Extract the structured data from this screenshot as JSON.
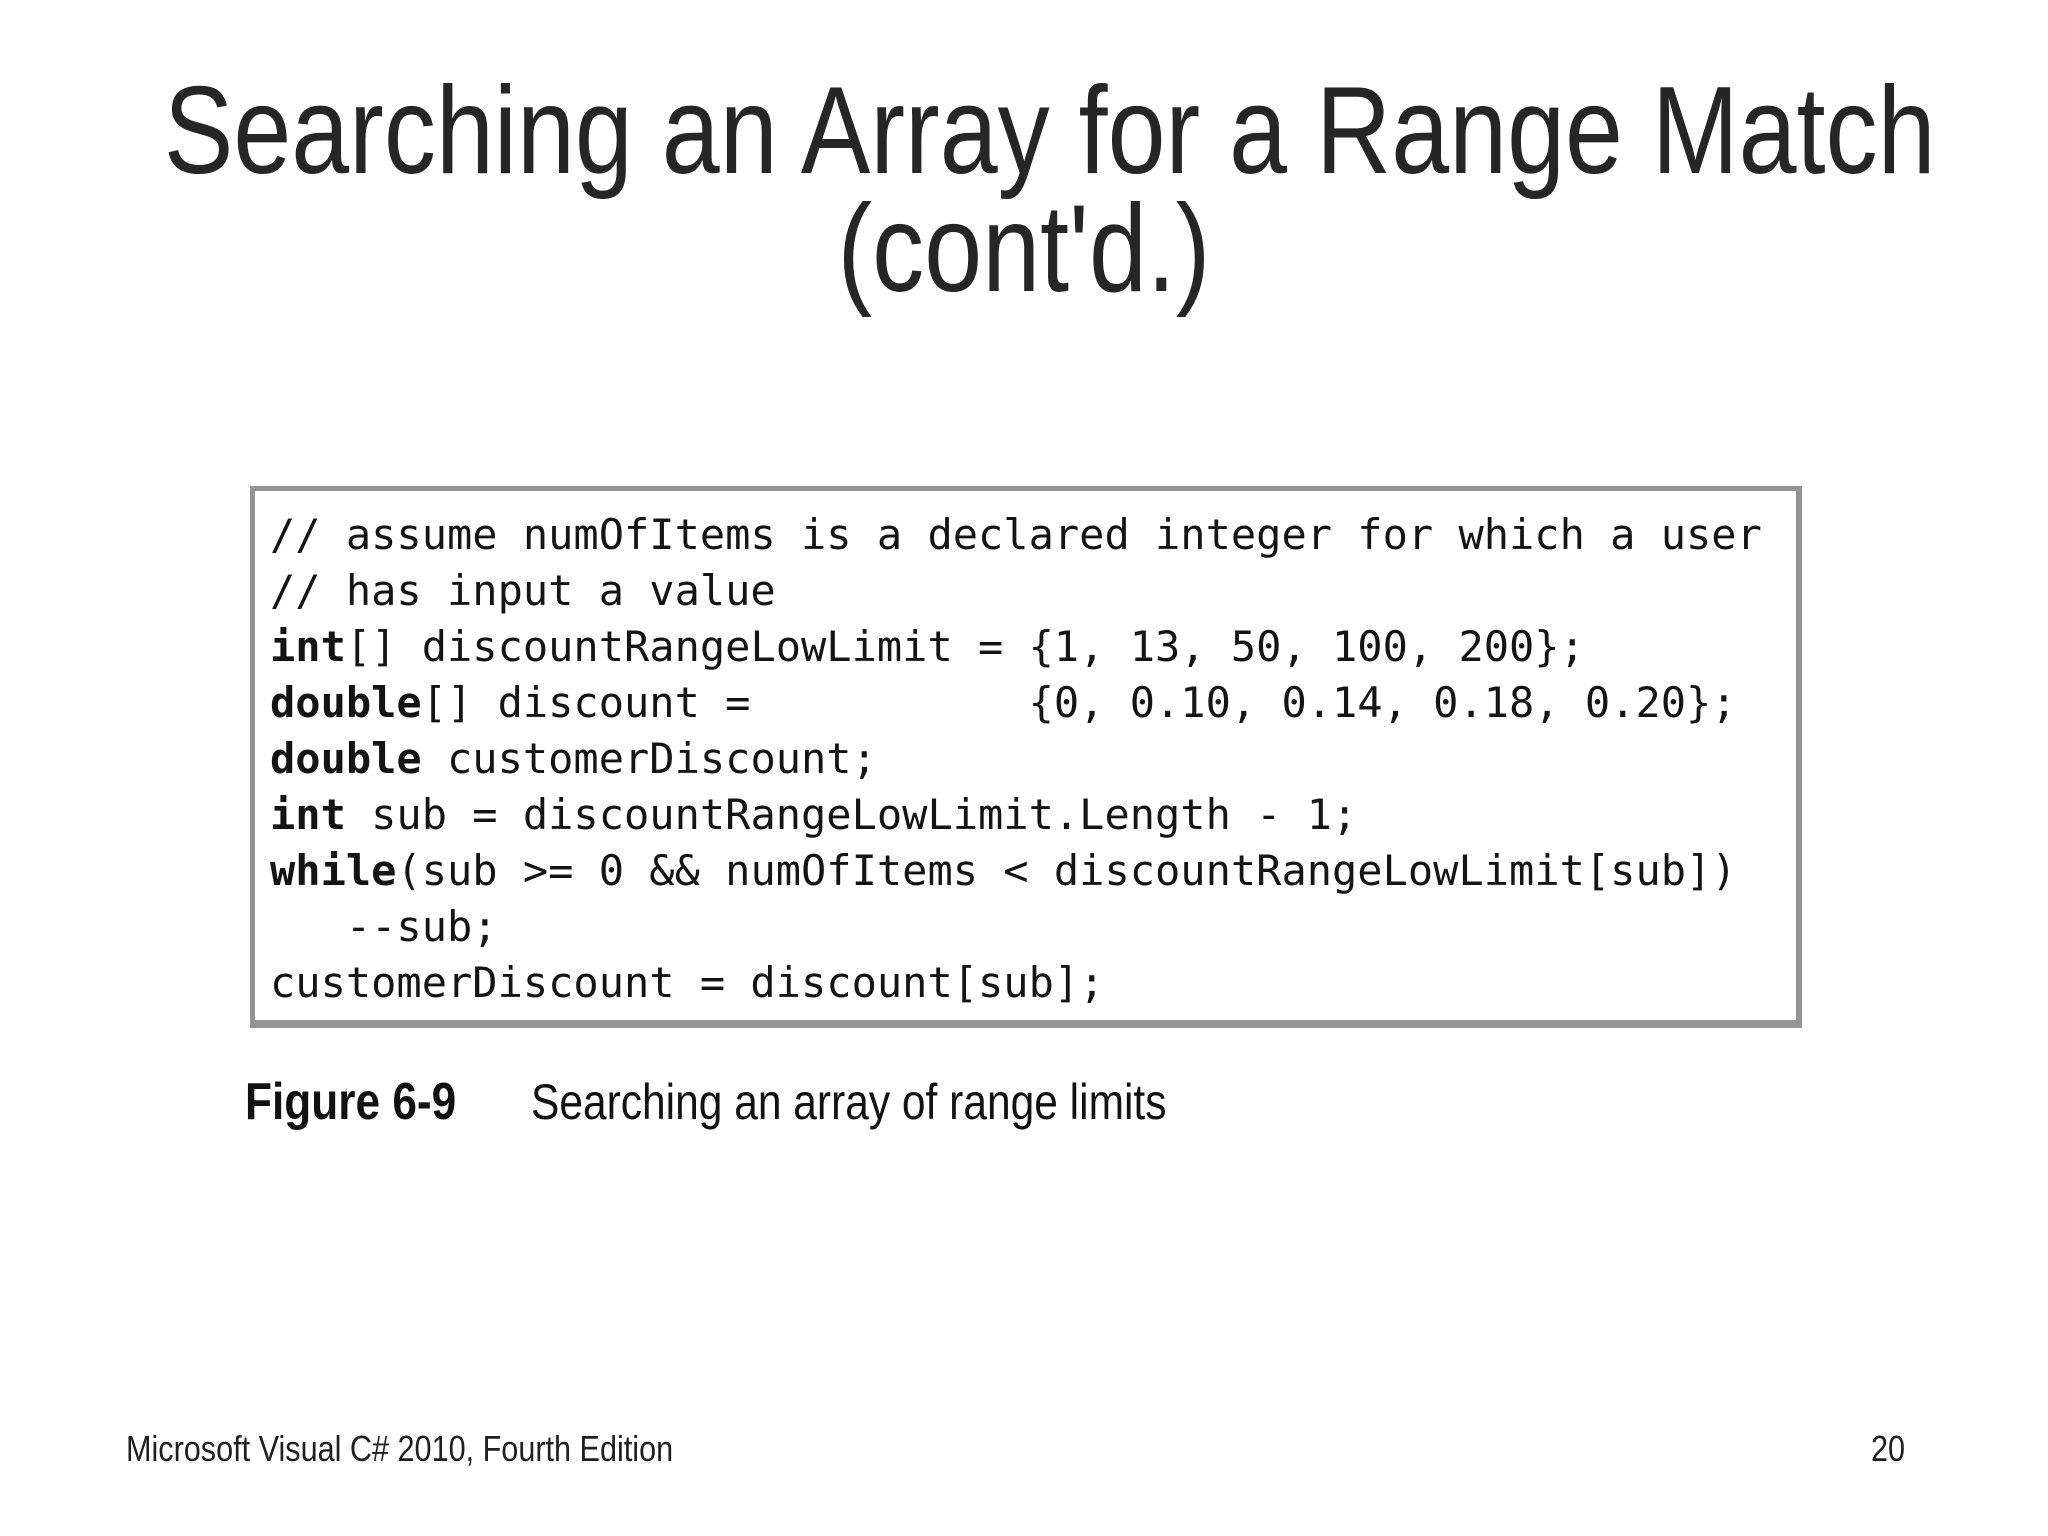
{
  "slide": {
    "title_line1": "Searching an Array for a Range Match",
    "title_line2": "(cont'd.)"
  },
  "code": {
    "lines": [
      [
        {
          "text": "// assume numOfItems is a declared integer for which a user"
        }
      ],
      [
        {
          "text": "// has input a value"
        }
      ],
      [
        {
          "text": "int",
          "bold": true
        },
        {
          "text": "[] discountRangeLowLimit = {1, 13, 50, 100, 200};"
        }
      ],
      [
        {
          "text": "double",
          "bold": true
        },
        {
          "text": "[] discount =           {0, 0.10, 0.14, 0.18, 0.20};"
        }
      ],
      [
        {
          "text": "double",
          "bold": true
        },
        {
          "text": " customerDiscount;"
        }
      ],
      [
        {
          "text": "int",
          "bold": true
        },
        {
          "text": " sub = discountRangeLowLimit.Length - 1;"
        }
      ],
      [
        {
          "text": "while",
          "bold": true
        },
        {
          "text": "(sub >= 0 && numOfItems < discountRangeLowLimit[sub])"
        }
      ],
      [
        {
          "text": "   --sub;"
        }
      ],
      [
        {
          "text": "customerDiscount = discount[sub];"
        }
      ]
    ]
  },
  "figure": {
    "label": "Figure 6-9",
    "caption": "Searching an array of range limits"
  },
  "footer": {
    "left": "Microsoft Visual C# 2010, Fourth Edition",
    "page": "20"
  },
  "colors": {
    "background": "#ffffff",
    "box_border": "#949494",
    "text": "#1f1f1f",
    "code_text": "#141414"
  }
}
